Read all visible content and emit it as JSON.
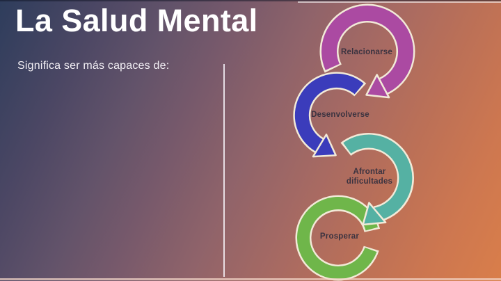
{
  "slide": {
    "title": "La Salud Mental",
    "subtitle": "Significa ser más capaces de:"
  },
  "diagram": {
    "type": "cycle-arrows",
    "steps": [
      {
        "label": "Relacionarse",
        "color": "#ab4aa2"
      },
      {
        "label": "Desenvolverse",
        "color": "#3b3cbb"
      },
      {
        "label": "Afrontar dificultades",
        "color": "#55b1a3"
      },
      {
        "label": "Prosperar",
        "color": "#6fb64a"
      }
    ],
    "outline_color": "#f2ead8",
    "label_color": "#3b3340"
  },
  "theme": {
    "background_top_left": "#2e3d5c",
    "background_top_right": "#9c6a6e",
    "background_bottom_left": "#a8695f",
    "background_bottom_right": "#d97e4a",
    "title_color": "#ffffff",
    "divider_color": "#f5f2f7"
  }
}
